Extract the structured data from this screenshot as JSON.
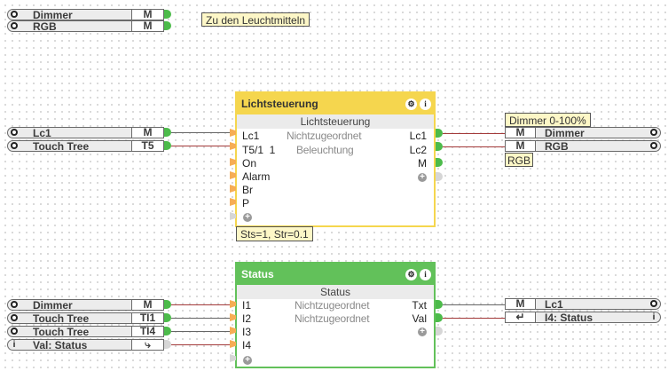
{
  "top_inputs": [
    {
      "name": "Dimmer",
      "tag": "M",
      "icon": "gear-icon"
    },
    {
      "name": "RGB",
      "tag": "M",
      "icon": "gear-icon"
    }
  ],
  "top_note": "Zu den Leuchtmitteln",
  "licht": {
    "inputs": [
      {
        "name": "Lc1",
        "tag": "M",
        "icon": "gear-icon"
      },
      {
        "name": "Touch Tree",
        "tag": "T5",
        "icon": "gear-icon"
      }
    ],
    "module": {
      "title": "Lichtsteuerung",
      "subtitle": "Lichtsteuerung",
      "rows": [
        {
          "in": "Lc1",
          "mid": "Nichtzugeordnet",
          "out": "Lc1"
        },
        {
          "in": "T5/1  1",
          "mid": "Beleuchtung",
          "out": "Lc2"
        },
        {
          "in": "On",
          "mid": "",
          "out": "M"
        },
        {
          "in": "Alarm",
          "mid": "",
          "out": ""
        },
        {
          "in": "Br",
          "mid": "",
          "out": ""
        },
        {
          "in": "P",
          "mid": "",
          "out": ""
        }
      ],
      "params": "Sts=1, Str=0.1",
      "header_color": "#f5d64e"
    },
    "outputs_label": "Dimmer 0-100%",
    "outputs": [
      {
        "tag": "M",
        "name": "Dimmer",
        "icon": "gear-icon"
      },
      {
        "tag": "M",
        "name": "RGB",
        "icon": "gear-icon"
      }
    ],
    "outputs_note": "RGB"
  },
  "status": {
    "inputs": [
      {
        "name": "Dimmer",
        "tag": "M",
        "icon": "gear-icon"
      },
      {
        "name": "Touch Tree",
        "tag": "TI1",
        "icon": "gear-icon"
      },
      {
        "name": "Touch Tree",
        "tag": "TI4",
        "icon": "gear-icon"
      },
      {
        "name": "Val: Status",
        "tag": "⤷",
        "icon": "info-icon"
      }
    ],
    "module": {
      "title": "Status",
      "subtitle": "Status",
      "rows": [
        {
          "in": "I1",
          "mid": "Nichtzugeordnet",
          "out": "Txt"
        },
        {
          "in": "I2",
          "mid": "Nichtzugeordnet",
          "out": "Val"
        },
        {
          "in": "I3",
          "mid": "",
          "out": ""
        },
        {
          "in": "I4",
          "mid": "",
          "out": ""
        }
      ],
      "header_color": "#62c15a"
    },
    "outputs": [
      {
        "tag": "M",
        "name": "Lc1",
        "icon": "gear-icon"
      },
      {
        "tag": "↵",
        "name": "I4: Status",
        "icon": "info-icon"
      }
    ]
  },
  "icons": {
    "gear": "⚙",
    "info": "i",
    "plus": "+"
  }
}
